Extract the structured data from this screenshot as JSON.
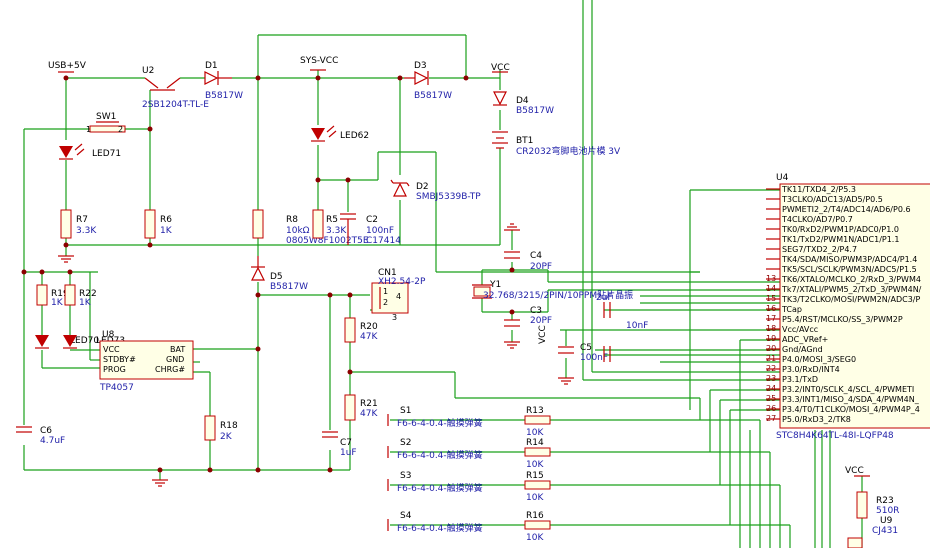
{
  "nets": {
    "usb": "USB+5V",
    "sys": "SYS-VCC",
    "vcc1": "VCC",
    "vcc2": "VCC",
    "vcc3": "VCC"
  },
  "parts": {
    "u2": {
      "ref": "U2",
      "val": "2SB1204T-TL-E"
    },
    "d1": {
      "ref": "D1",
      "val": "B5817W"
    },
    "d3": {
      "ref": "D3",
      "val": "B5817W"
    },
    "d4": {
      "ref": "D4",
      "val": "B5817W"
    },
    "d5": {
      "ref": "D5",
      "val": "B5817W"
    },
    "d2": {
      "ref": "D2",
      "val": "SMBJ5339B-TP"
    },
    "bt1": {
      "ref": "BT1",
      "val": "CR2032弯脚电池片模 3V"
    },
    "sw1": {
      "ref": "SW1",
      "pin1": "1",
      "pin2": "2"
    },
    "led71": {
      "ref": "LED71"
    },
    "led62": {
      "ref": "LED62"
    },
    "led70": {
      "ref": "LED70"
    },
    "led73": {
      "ref": "LED73"
    },
    "r7": {
      "ref": "R7",
      "val": "3.3K"
    },
    "r6": {
      "ref": "R6",
      "val": "1K"
    },
    "r8": {
      "ref": "R8",
      "val": "10kΩ",
      "extra": "0805W8F1002T5E"
    },
    "r5": {
      "ref": "R5",
      "val": "3.3K"
    },
    "c2": {
      "ref": "C2",
      "val": "100nF",
      "extra": "C17414"
    },
    "r19": {
      "ref": "R19",
      "val": "1K"
    },
    "r22": {
      "ref": "R22",
      "val": "1K"
    },
    "u8": {
      "ref": "U8",
      "val": "TP4057",
      "p_vcc": "VCC",
      "p_stdby": "STDBY#",
      "p_prog": "PROG",
      "p_bat": "BAT",
      "p_gnd": "GND",
      "p_chrg": "CHRG#"
    },
    "r18": {
      "ref": "R18",
      "val": "2K"
    },
    "c6": {
      "ref": "C6",
      "val": "4.7uF"
    },
    "cn1": {
      "ref": "CN1",
      "val": "XH2.54-2P",
      "p1": "1",
      "p2": "2",
      "p3": "3",
      "p4": "4"
    },
    "r20": {
      "ref": "R20",
      "val": "47K"
    },
    "r21": {
      "ref": "R21",
      "val": "47K"
    },
    "c7": {
      "ref": "C7",
      "val": "1uF"
    },
    "c4": {
      "ref": "C4",
      "val": "20PF"
    },
    "c3": {
      "ref": "C3",
      "val": "20PF"
    },
    "y1": {
      "ref": "Y1",
      "val": "32.768/3215/2PIN/10PPM贴片晶振"
    },
    "c5": {
      "ref": "C5",
      "val": "100nF"
    },
    "c1": {
      "ref": "C1",
      "val": "2uF"
    },
    "c1b": {
      "val": "10nF"
    },
    "u4": {
      "ref": "U4",
      "val": "STC8H4K64TL-48I-LQFP48"
    },
    "r23": {
      "ref": "R23",
      "val": "510R"
    },
    "u9": {
      "ref": "U9",
      "val": "CJ431"
    }
  },
  "u4_pins": [
    {
      "label": "TK11/TXD4_2/P5.3",
      "num": ""
    },
    {
      "label": "T3CLKO/ADC13/AD5/P0.5",
      "num": ""
    },
    {
      "label": "PWMETI2_2/T4/ADC14/AD6/P0.6",
      "num": ""
    },
    {
      "label": "T4CLKO/AD7/P0.7",
      "num": ""
    },
    {
      "label": "TK0/RxD2/PWM1P/ADC0/P1.0",
      "num": ""
    },
    {
      "label": "TK1/TxD2/PWM1N/ADC1/P1.1",
      "num": ""
    },
    {
      "label": "SEG7/TXD2_2/P4.7",
      "num": ""
    },
    {
      "label": "TK4/SDA/MISO/PWM3P/ADC4/P1.4",
      "num": ""
    },
    {
      "label": "TK5/SCL/SCLK/PWM3N/ADC5/P1.5",
      "num": ""
    },
    {
      "label": "TK6/XTALO/MCLKO_2/RxD_3/PWM4",
      "num": "13"
    },
    {
      "label": "Tk7/XTALI/PWM5_2/TxD_3/PWM4N/",
      "num": "14"
    },
    {
      "label": "TK3/T2CLKO/MOSI/PWM2N/ADC3/P",
      "num": "15"
    },
    {
      "label": "TCap",
      "num": "16"
    },
    {
      "label": "P5.4/RST/MCLKO/SS_3/PWM2P",
      "num": "17"
    },
    {
      "label": "Vcc/AVcc",
      "num": "18"
    },
    {
      "label": "ADC_VRef+",
      "num": "19"
    },
    {
      "label": "Gnd/AGnd",
      "num": "20"
    },
    {
      "label": "P4.0/MOSI_3/SEG0",
      "num": "21"
    },
    {
      "label": "P3.0/RxD/INT4",
      "num": "22"
    },
    {
      "label": "P3.1/TxD",
      "num": "23"
    },
    {
      "label": "P3.2/INT0/SCLK_4/SCL_4/PWMETI",
      "num": "24"
    },
    {
      "label": "P3.3/INT1/MISO_4/SDA_4/PWM4N_",
      "num": "25"
    },
    {
      "label": "P3.4/T0/T1CLKO/MOSI_4/PWM4P_4",
      "num": "26"
    },
    {
      "label": "P5.0/RxD3_2/TK8",
      "num": "27"
    }
  ],
  "switches": [
    {
      "ref": "S1",
      "val": "F6-6-4-0.4-触摸弹簧",
      "rref": "R13",
      "rval": "10K"
    },
    {
      "ref": "S2",
      "val": "F6-6-4-0.4-触摸弹簧",
      "rref": "R14",
      "rval": "10K"
    },
    {
      "ref": "S3",
      "val": "F6-6-4-0.4-触摸弹簧",
      "rref": "R15",
      "rval": "10K"
    },
    {
      "ref": "S4",
      "val": "F6-6-4-0.4-触摸弹簧",
      "rref": "R16",
      "rval": "10K"
    }
  ]
}
